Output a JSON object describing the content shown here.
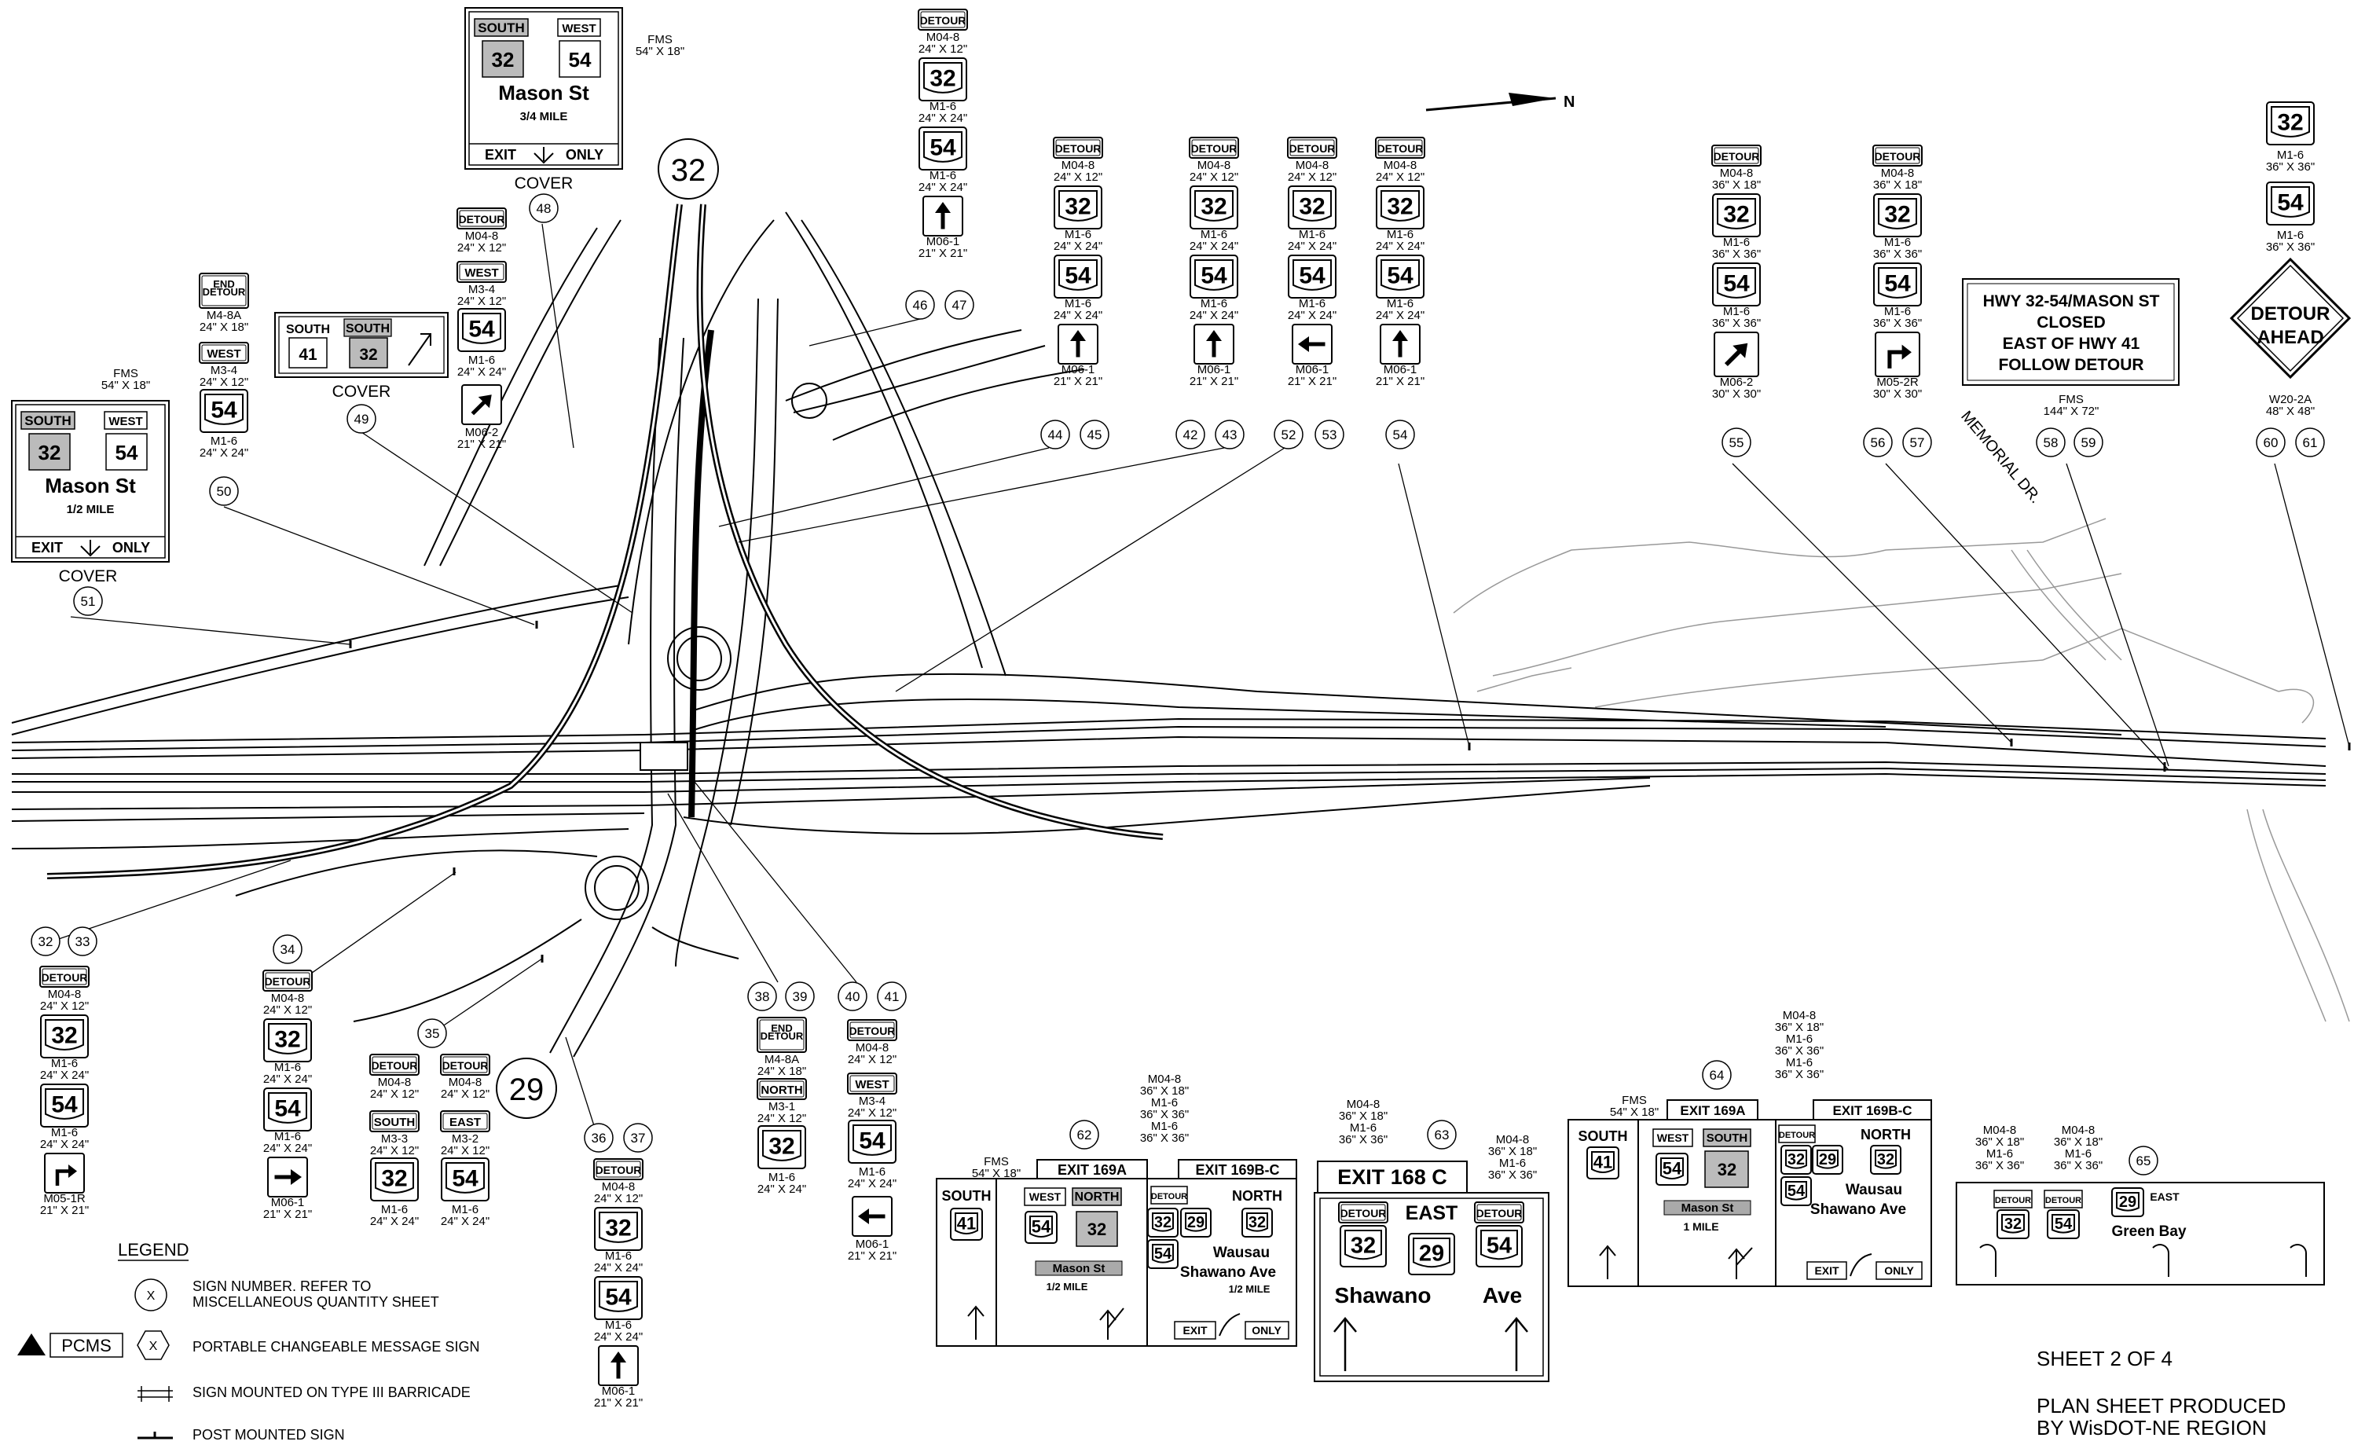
{
  "north_label": "N",
  "route_circles": {
    "top": "32",
    "bottom": "29"
  },
  "street_label": "MEMORIAL DR.",
  "sheet": {
    "number": "SHEET 2 OF 4",
    "producer_line1": "PLAN SHEET PRODUCED",
    "producer_line2": "BY WisDOT-NE REGION"
  },
  "legend": {
    "title": "LEGEND",
    "x": "X",
    "pcms": "PCMS",
    "items": [
      "SIGN NUMBER. REFER TO",
      "MISCELLANEOUS QUANTITY SHEET",
      "PORTABLE CHANGEABLE MESSAGE SIGN",
      "SIGN MOUNTED ON TYPE III BARRICADE",
      "POST MOUNTED SIGN"
    ]
  },
  "text": {
    "detour": "DETOUR",
    "end": "END",
    "west": "WEST",
    "south": "SOUTH",
    "north": "NORTH",
    "east": "EAST",
    "r32": "32",
    "r54": "54",
    "r41": "41",
    "r29": "29",
    "cover": "COVER",
    "fms": "FMS",
    "mason": "Mason St",
    "half_mile": "1/2 MILE",
    "three_q_mile": "3/4 MILE",
    "one_mile": "1 MILE",
    "exit": "EXIT",
    "only": "ONLY",
    "exit_169a": "EXIT 169A",
    "exit_169bc": "EXIT 169B-C",
    "exit_168c": "EXIT 168 C",
    "wausau": "Wausau",
    "shawano_ave": "Shawano Ave",
    "shawano": "Shawano",
    "ave": "Ave",
    "green_bay": "Green Bay",
    "detour_ahead_1": "DETOUR",
    "detour_ahead_2": "AHEAD",
    "mason_small": "Mason St",
    "closed_1": "HWY 32-54/MASON ST",
    "closed_2": "CLOSED",
    "closed_3": "EAST OF HWY 41",
    "closed_4": "FOLLOW DETOUR",
    "c_m048": "M04-8",
    "c_m048a": "M4-8A",
    "c_m16": "M1-6",
    "c_m34": "M3-4",
    "c_m33": "M3-3",
    "c_m32": "M3-2",
    "c_m31": "M3-1",
    "c_m061": "M06-1",
    "c_m062": "M06-2",
    "c_m05_1r": "M05-1R",
    "c_m05_2r": "M05-2R",
    "c_w20": "W20-2A",
    "s_24x12": "24\" X 12\"",
    "s_24x18": "24\" X 18\"",
    "s_24x24": "24\" X 24\"",
    "s_21x21": "21\" X 21\"",
    "s_36x18": "36\" X 18\"",
    "s_36x36": "36\" X 36\"",
    "s_30x30": "30\" X 30\"",
    "s_48x48": "48\" X 48\"",
    "s_54x18": "54\" X 18\"",
    "s_144x72": "144\" X 72\""
  },
  "sign_numbers": [
    "32",
    "33",
    "34",
    "35",
    "36",
    "37",
    "38",
    "39",
    "40",
    "41",
    "42",
    "43",
    "44",
    "45",
    "46",
    "47",
    "48",
    "49",
    "50",
    "51",
    "52",
    "53",
    "54",
    "55",
    "56",
    "57",
    "58",
    "59",
    "60",
    "61",
    "62",
    "63",
    "64",
    "65"
  ]
}
